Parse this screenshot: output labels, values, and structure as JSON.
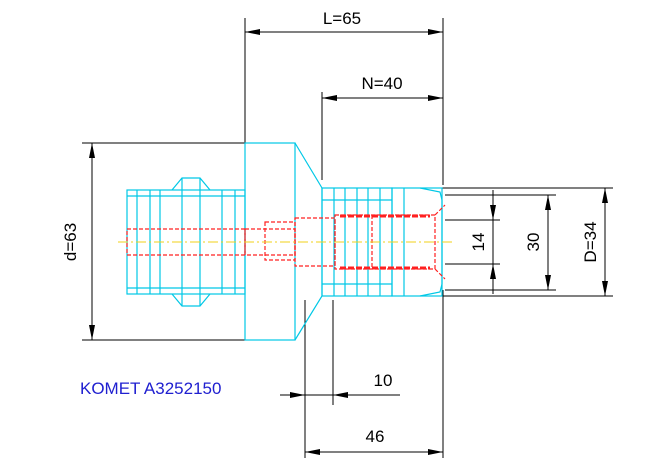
{
  "drawing": {
    "part_label": "KOMET A3252150",
    "colors": {
      "outline": "#00c8e6",
      "hidden_lines": "#ff2020",
      "center_line": "#f2d21a",
      "dimensions": "#000000",
      "label": "#2020d0"
    },
    "dimensions": {
      "length_total": "L=65",
      "length_N": "N=40",
      "diameter_d": "d=63",
      "diameter_D": "D=34",
      "dim_30": "30",
      "dim_14": "14",
      "dim_10": "10",
      "dim_46": "46"
    }
  }
}
